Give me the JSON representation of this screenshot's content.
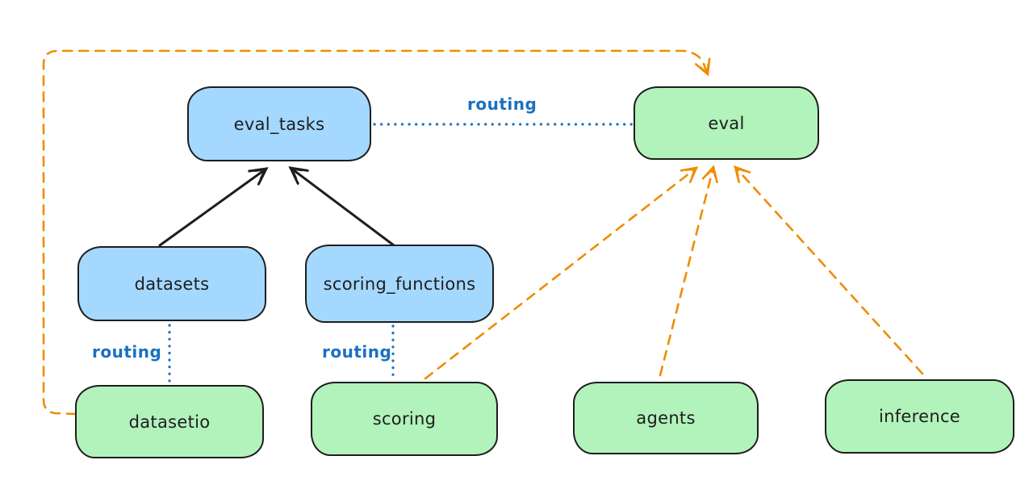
{
  "diagram": {
    "colors": {
      "api_fill": "#a5d8ff",
      "provider_fill": "#b2f2bb",
      "stroke": "#1e1e1e",
      "routing_blue": "#1971c2",
      "provider_arrow_orange": "#f08c00",
      "background": "#ffffff"
    },
    "nodes": [
      {
        "id": "eval_tasks",
        "label": "eval_tasks",
        "color": "blue"
      },
      {
        "id": "eval",
        "label": "eval",
        "color": "green"
      },
      {
        "id": "datasets",
        "label": "datasets",
        "color": "blue"
      },
      {
        "id": "scoring_functions",
        "label": "scoring_functions",
        "color": "blue"
      },
      {
        "id": "datasetio",
        "label": "datasetio",
        "color": "green"
      },
      {
        "id": "scoring",
        "label": "scoring",
        "color": "green"
      },
      {
        "id": "agents",
        "label": "agents",
        "color": "green"
      },
      {
        "id": "inference",
        "label": "inference",
        "color": "green"
      }
    ],
    "edges": [
      {
        "from": "datasets",
        "to": "eval_tasks",
        "style": "solid",
        "arrow": true,
        "color": "black"
      },
      {
        "from": "scoring_functions",
        "to": "eval_tasks",
        "style": "solid",
        "arrow": true,
        "color": "black"
      },
      {
        "from": "eval_tasks",
        "to": "eval",
        "style": "dotted",
        "arrow": false,
        "color": "blue",
        "label": "routing"
      },
      {
        "from": "datasets",
        "to": "datasetio",
        "style": "dotted",
        "arrow": false,
        "color": "blue",
        "label": "routing"
      },
      {
        "from": "scoring_functions",
        "to": "scoring",
        "style": "dotted",
        "arrow": false,
        "color": "blue",
        "label": "routing"
      },
      {
        "from": "datasetio",
        "to": "eval",
        "style": "dashed",
        "arrow": true,
        "color": "orange"
      },
      {
        "from": "scoring",
        "to": "eval",
        "style": "dashed",
        "arrow": true,
        "color": "orange"
      },
      {
        "from": "agents",
        "to": "eval",
        "style": "dashed",
        "arrow": true,
        "color": "orange"
      },
      {
        "from": "inference",
        "to": "eval",
        "style": "dashed",
        "arrow": true,
        "color": "orange"
      }
    ]
  }
}
